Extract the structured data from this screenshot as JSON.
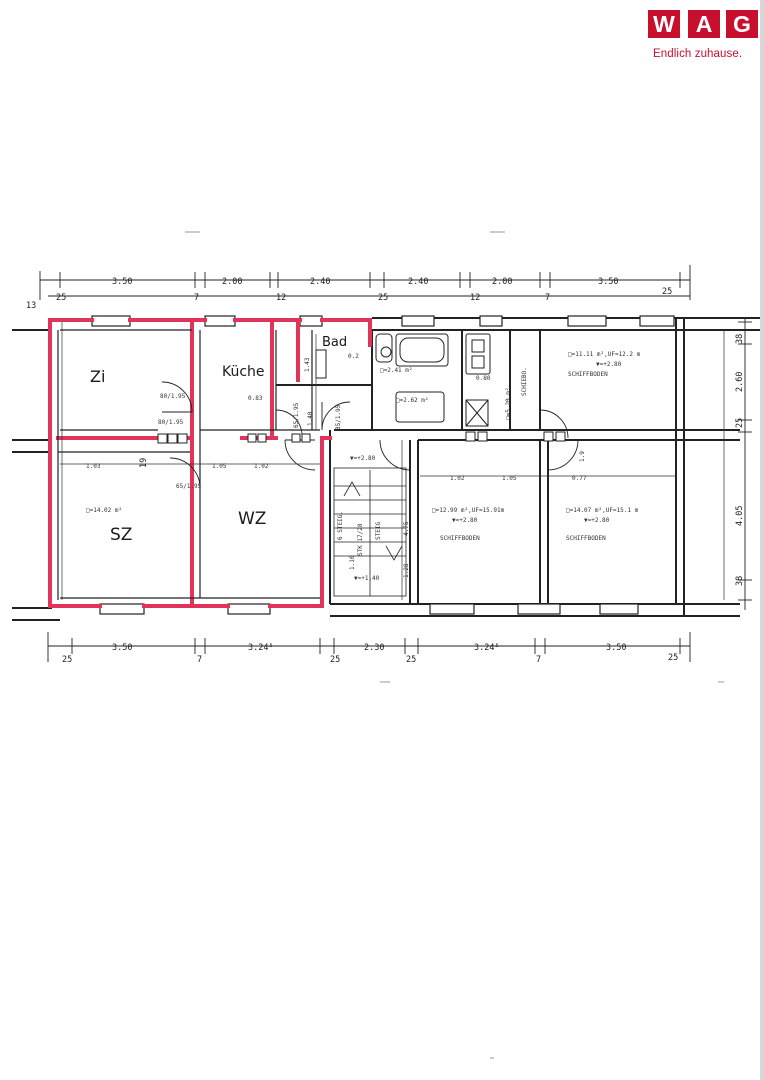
{
  "logo": {
    "letters": [
      "W",
      "A",
      "G"
    ],
    "tagline": "Endlich zuhause.",
    "brand_color": "#c8102e"
  },
  "highlight_color": "#e0345a",
  "plan": {
    "rooms": {
      "zimmer": "Zi",
      "kueche": "Küche",
      "bad": "Bad",
      "schlafzimmer": "SZ",
      "wohnzimmer": "WZ",
      "sz_area": "□=14.02 m²",
      "schiffboden_left_area": "□=12.99 m²,UF=15.91m",
      "schiffboden_left_height": "▼=+2.80",
      "schiffboden_left_label": "SCHIFFBODEN",
      "schiffboden_mid_area": "□=14.07 m²,UF=15.1 m",
      "schiffboden_mid_height": "▼=+2.80",
      "schiffboden_mid_label": "SCHIFFBODEN",
      "schiffboden_top_area": "□=11.11 m²,UF=12.2 m",
      "schiffboden_top_height": "▼=+2.80",
      "schiffboden_top_label": "SCHIFFBODEN",
      "stair_height": "▼=+2.80",
      "stair_level": "▼=+1.40",
      "stair_steps": "6 STEIG.",
      "stair_steps_right": "STEIG",
      "stair_size": "STK 17/28",
      "schiebo": "SCHIEBO.",
      "bad_area": "□=2.41 m²",
      "bad_area_2": "□=2.62 m²",
      "vr_area": "□=5.20 m²"
    },
    "dims_top": [
      "3.50",
      "2.00",
      "2.40",
      "2.40",
      "2.00",
      "3.50"
    ],
    "dims_top_small": [
      "25",
      "7",
      "12",
      "25",
      "12",
      "7",
      "25"
    ],
    "dims_bottom": [
      "3.50",
      "3.24⁵",
      "2.30",
      "3.24⁵",
      "3.50"
    ],
    "dims_bottom_small": [
      "25",
      "7",
      "25",
      "25",
      "7",
      "25"
    ],
    "dims_right": [
      "38",
      "2.60",
      "25",
      "4.05",
      "38"
    ],
    "dims_left": [
      "13",
      "19"
    ],
    "dims_inner": [
      "1.43",
      "0.2",
      "0.83",
      "1.40",
      "1.03",
      "1.05",
      "1.02",
      "1.02",
      "1.05",
      "0.77",
      "4.75",
      "1.28",
      "1.10",
      "1.9",
      "0.80"
    ],
    "doors": [
      "80/1.95",
      "80/1.95",
      "65/1.95",
      "65/1.95",
      "85/1.95"
    ]
  }
}
